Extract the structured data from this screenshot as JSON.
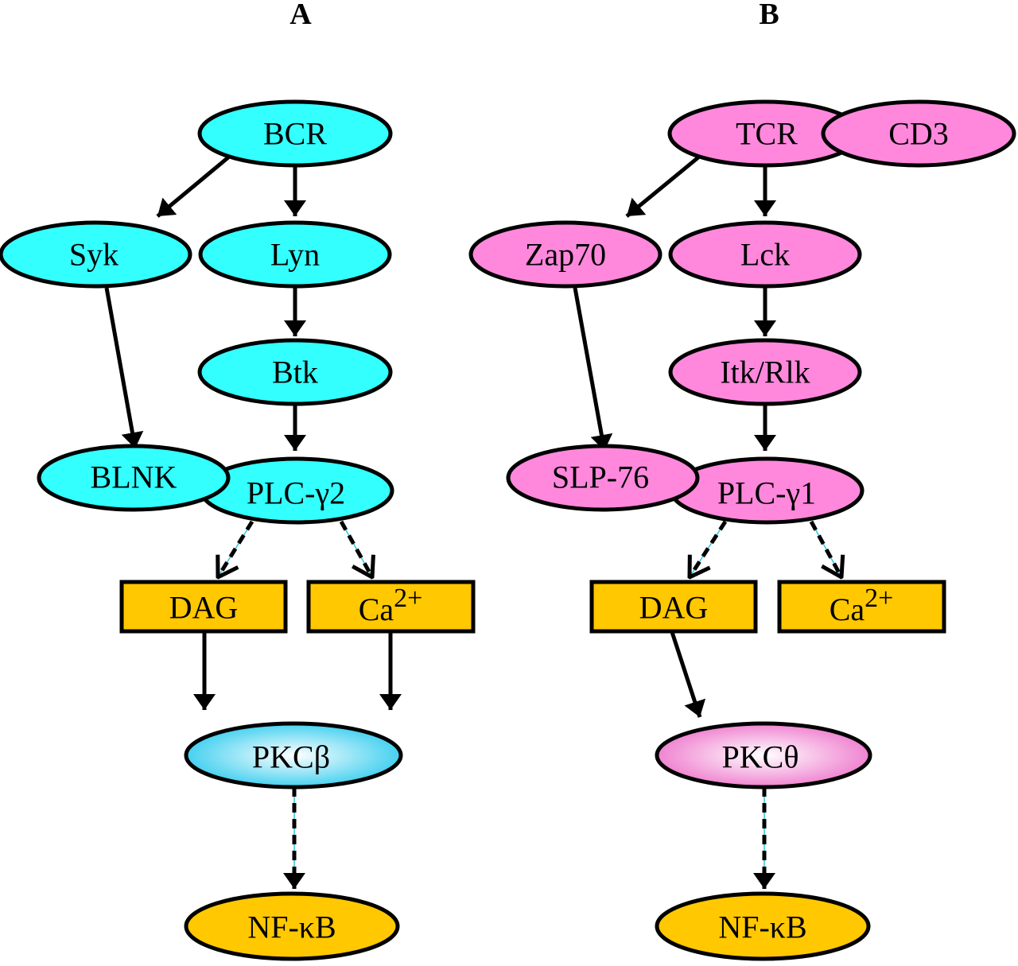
{
  "panels": [
    {
      "label": "A",
      "nodes": {
        "receptor": {
          "label": "BCR"
        },
        "kinase1": {
          "label": "Syk"
        },
        "kinase2": {
          "label": "Lyn"
        },
        "kinase3": {
          "label": "Btk"
        },
        "adaptor": {
          "label": "BLNK"
        },
        "plc": {
          "label": "PLC-γ2"
        },
        "dag": {
          "label": "DAG"
        },
        "ca": {
          "label": "Ca",
          "sup": "2+"
        },
        "pkc": {
          "label": "PKCβ"
        },
        "nfkb": {
          "label": "NF-κB"
        }
      }
    },
    {
      "label": "B",
      "nodes": {
        "receptor": {
          "label": "TCR"
        },
        "coreceptor": {
          "label": "CD3"
        },
        "kinase1": {
          "label": "Zap70"
        },
        "kinase2": {
          "label": "Lck"
        },
        "kinase3": {
          "label": "Itk/Rlk"
        },
        "adaptor": {
          "label": "SLP-76"
        },
        "plc": {
          "label": "PLC-γ1"
        },
        "dag": {
          "label": "DAG"
        },
        "ca": {
          "label": "Ca",
          "sup": "2+"
        },
        "pkc": {
          "label": "PKCθ"
        },
        "nfkb": {
          "label": "NF-κB"
        }
      }
    }
  ],
  "colors": {
    "b_cell": "#33ffff",
    "t_cell": "#ff88dd",
    "second_messenger": "#ffc800",
    "pkc_beta_edge": "#33ccee",
    "pkc_theta_edge": "#ee77cc"
  }
}
